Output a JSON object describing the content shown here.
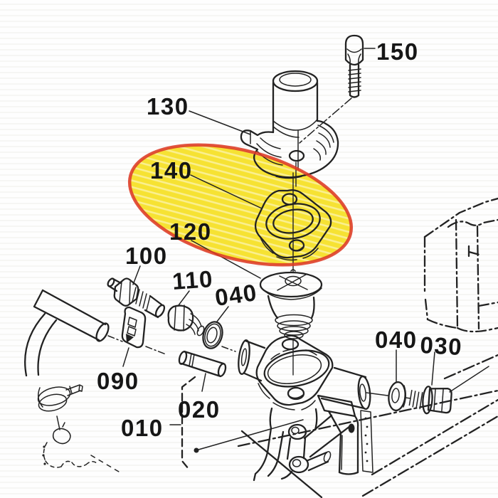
{
  "diagram_type": "exploded-parts-diagram",
  "parts": {
    "p150": {
      "label": "150"
    },
    "p130": {
      "label": "130"
    },
    "p140": {
      "label": "140"
    },
    "p120": {
      "label": "120"
    },
    "p100": {
      "label": "100"
    },
    "p110": {
      "label": "110"
    },
    "p040a": {
      "label": "040"
    },
    "p090": {
      "label": "090"
    },
    "p020": {
      "label": "020"
    },
    "p010": {
      "label": "010"
    },
    "p040b": {
      "label": "040"
    },
    "p030": {
      "label": "030"
    }
  },
  "highlight": {
    "part": "140",
    "fill": "#f6e233",
    "stroke": "#dd3a26"
  },
  "colors": {
    "background": "#fefefe",
    "line": "#222222",
    "label": "#161616",
    "scanline": "#f0f0ec"
  }
}
